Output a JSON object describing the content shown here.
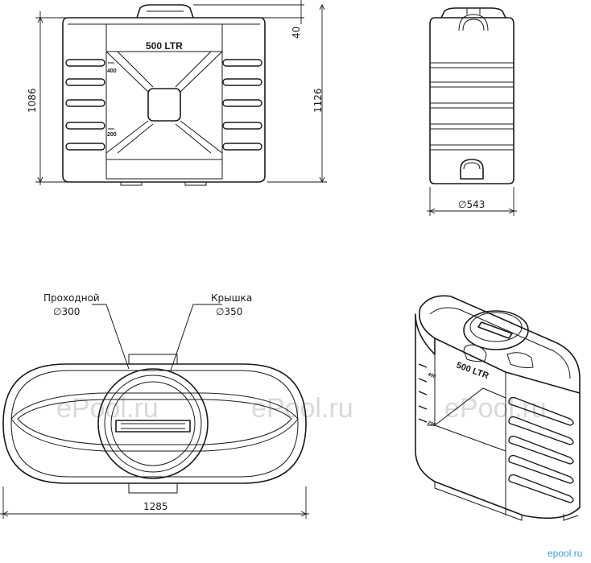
{
  "labels": {
    "tank_volume": "500 LTR",
    "level_400": "400",
    "level_200": "200",
    "manhole_name": "Проходной",
    "manhole_size": "∅300",
    "lid_name": "Крышка",
    "lid_size": "∅350"
  },
  "dimensions": {
    "front_height": "1086",
    "lid_height": "40",
    "total_height": "1126",
    "width_diameter": "∅543",
    "length": "1285"
  },
  "watermark": {
    "text": "ePool.ru",
    "brand": "epool.ru"
  }
}
